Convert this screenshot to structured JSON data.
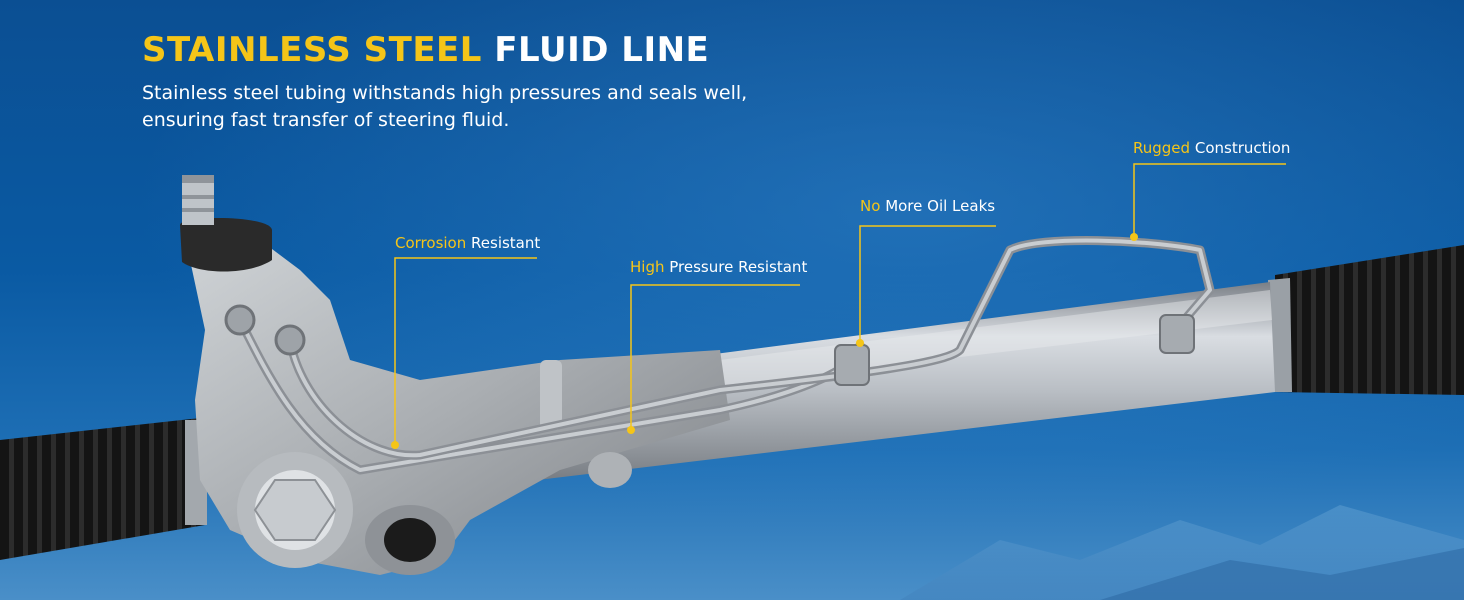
{
  "heading": {
    "highlight": "STAINLESS STEEL",
    "rest": "FLUID LINE"
  },
  "subtitle": {
    "line1": "Stainless steel tubing withstands high pressures and seals well,",
    "line2": "ensuring fast transfer of steering fluid."
  },
  "callouts": [
    {
      "highlight": "Corrosion",
      "rest": "Resistant"
    },
    {
      "highlight": "High",
      "rest": "Pressure Resistant"
    },
    {
      "highlight": "No",
      "rest": "More Oil Leaks"
    },
    {
      "highlight": "Rugged",
      "rest": "Construction"
    }
  ],
  "product_image": "power-steering-rack-and-pinion",
  "colors": {
    "accent": "#f5c518",
    "background": "#0b5aa3",
    "text": "#ffffff"
  }
}
